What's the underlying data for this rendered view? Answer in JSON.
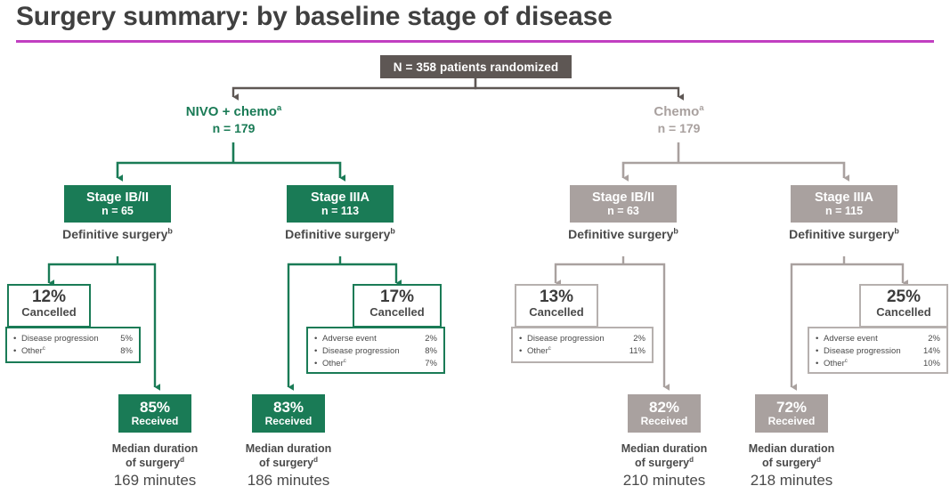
{
  "title": "Surgery summary: by baseline stage of disease",
  "colors": {
    "accent_rule": "#c13fc1",
    "nivo_green": "#1a7b56",
    "chemo_grey": "#a9a19f",
    "root_grey": "#5e5754",
    "text": "#4a4a4a"
  },
  "root": {
    "label": "N = 358 patients randomized"
  },
  "arms": [
    {
      "name": "NIVO + chemo",
      "superscript": "a",
      "n": "n = 179",
      "color": "#1a7b56"
    },
    {
      "name": "Chemo",
      "superscript": "a",
      "n": "n = 179",
      "color": "#a9a19f"
    }
  ],
  "columns": [
    {
      "arm": "NIVO + chemo",
      "stage": "Stage IB/II",
      "stage_n": "n = 65",
      "definitive_surgery": "Definitive surgery",
      "definitive_surgery_superscript": "b",
      "cancelled_pct": "12%",
      "cancelled_label": "Cancelled",
      "reasons": [
        {
          "label": "Disease progression",
          "superscript": "",
          "value": "5%"
        },
        {
          "label": "Other",
          "superscript": "c",
          "value": "8%"
        }
      ],
      "received_pct": "85%",
      "received_label": "Received",
      "median_line1": "Median duration",
      "median_line2": "of surgery",
      "median_superscript": "d",
      "median_value": "169 minutes"
    },
    {
      "arm": "NIVO + chemo",
      "stage": "Stage IIIA",
      "stage_n": "n = 113",
      "definitive_surgery": "Definitive surgery",
      "definitive_surgery_superscript": "b",
      "cancelled_pct": "17%",
      "cancelled_label": "Cancelled",
      "reasons": [
        {
          "label": "Adverse event",
          "superscript": "",
          "value": "2%"
        },
        {
          "label": "Disease progression",
          "superscript": "",
          "value": "8%"
        },
        {
          "label": "Other",
          "superscript": "c",
          "value": "7%"
        }
      ],
      "received_pct": "83%",
      "received_label": "Received",
      "median_line1": "Median duration",
      "median_line2": "of surgery",
      "median_superscript": "d",
      "median_value": "186 minutes"
    },
    {
      "arm": "Chemo",
      "stage": "Stage IB/II",
      "stage_n": "n = 63",
      "definitive_surgery": "Definitive surgery",
      "definitive_surgery_superscript": "b",
      "cancelled_pct": "13%",
      "cancelled_label": "Cancelled",
      "reasons": [
        {
          "label": "Disease progression",
          "superscript": "",
          "value": "2%"
        },
        {
          "label": "Other",
          "superscript": "c",
          "value": "11%"
        }
      ],
      "received_pct": "82%",
      "received_label": "Received",
      "median_line1": "Median duration",
      "median_line2": "of surgery",
      "median_superscript": "d",
      "median_value": "210 minutes"
    },
    {
      "arm": "Chemo",
      "stage": "Stage IIIA",
      "stage_n": "n = 115",
      "definitive_surgery": "Definitive surgery",
      "definitive_surgery_superscript": "b",
      "cancelled_pct": "25%",
      "cancelled_label": "Cancelled",
      "reasons": [
        {
          "label": "Adverse event",
          "superscript": "",
          "value": "2%"
        },
        {
          "label": "Disease progression",
          "superscript": "",
          "value": "14%"
        },
        {
          "label": "Other",
          "superscript": "c",
          "value": "10%"
        }
      ],
      "received_pct": "72%",
      "received_label": "Received",
      "median_line1": "Median duration",
      "median_line2": "of surgery",
      "median_superscript": "d",
      "median_value": "218 minutes"
    }
  ]
}
